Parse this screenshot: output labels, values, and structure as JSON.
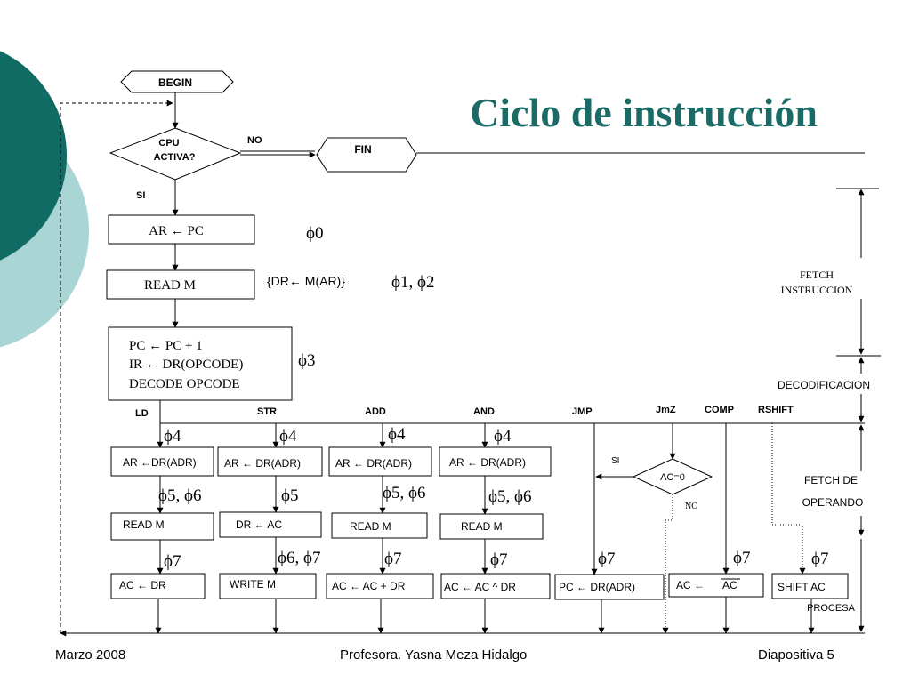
{
  "slide": {
    "title": "Ciclo de instrucción",
    "footer_left": "Marzo 2008",
    "footer_center": "Profesora. Yasna Meza Hidalgo",
    "footer_right": "Diapositiva 5",
    "colors": {
      "teal_dark": "#0f6b63",
      "teal_light": "#a9d5d5",
      "title": "#1a6b66"
    }
  },
  "flow": {
    "begin": "BEGIN",
    "fin": "FIN",
    "cpu_line1": "CPU",
    "cpu_line2": "ACTIVA?",
    "no_label": "NO",
    "si_label": "SI",
    "ar_pc": "AR ← PC",
    "phi0": "ϕ0",
    "read_m": "READ M",
    "dr_read": "{DR←  M(AR)}",
    "phi12": "ϕ1,  ϕ2",
    "decode_lines": [
      "PC ←  PC + 1",
      "IR  ←  DR(OPCODE)",
      "DECODE OPCODE"
    ],
    "phi3": "ϕ3",
    "fetch_instr_1": "FETCH",
    "fetch_instr_2": "INSTRUCCION",
    "decodificacion": "DECODIFICACION",
    "fetch_op_1": "FETCH  DE",
    "fetch_op_2": "OPERANDO",
    "procesa": "PROCESA"
  },
  "instructions": [
    {
      "name": "LD",
      "phase_a": "ϕ4",
      "box1": "AR  ←DR(ADR)",
      "phase_b": "ϕ5, ϕ6",
      "box2": "READ  M",
      "phase_c": "ϕ7",
      "box3": "AC ←      DR"
    },
    {
      "name": "STR",
      "phase_a": "ϕ4",
      "box1": "AR  ←  DR(ADR)",
      "phase_b": "ϕ5",
      "box2": "DR     ←   AC",
      "phase_c": "ϕ6, ϕ7",
      "box3": "WRITE  M"
    },
    {
      "name": "ADD",
      "phase_a": "ϕ4",
      "box1": "AR  ←  DR(ADR)",
      "phase_b": "ϕ5, ϕ6",
      "box2": "READ  M",
      "phase_c": "ϕ7",
      "box3": "AC ←    AC + DR"
    },
    {
      "name": "AND",
      "phase_a": "ϕ4",
      "box1": "AR  ←    DR(ADR)",
      "phase_b": "ϕ5,  ϕ6",
      "box2": "READ  M",
      "phase_c": "ϕ7",
      "box3": "AC ←    AC ^ DR"
    }
  ],
  "branches": {
    "jmp": {
      "name": "JMP",
      "phase": "ϕ7",
      "box": "PC ←     DR(ADR)"
    },
    "jmz": {
      "name": "JmZ",
      "decision": "AC=0",
      "si": "SI",
      "no": "NO"
    },
    "comp": {
      "name": "COMP",
      "phase": "ϕ7",
      "box_prefix": "AC   ←",
      "box_operand": "AC"
    },
    "rshift": {
      "name": "RSHIFT",
      "phase": "ϕ7",
      "box": "SHIFT  AC"
    }
  }
}
